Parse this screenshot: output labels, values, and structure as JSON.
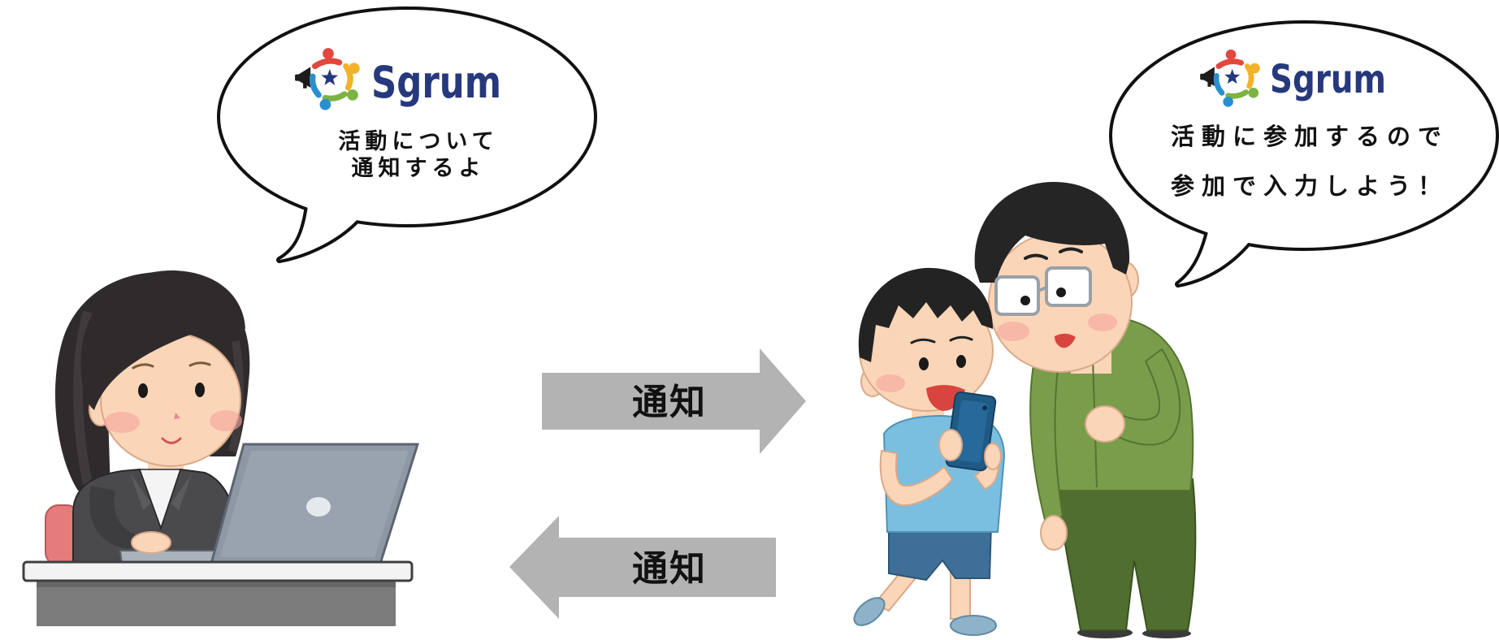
{
  "left_speech_bubble": {
    "logo_text": "Sgrum",
    "lines": [
      "活動について",
      "通知するよ"
    ]
  },
  "right_speech_bubble": {
    "logo_text": "Sgrum",
    "lines": [
      "活動に参加するので",
      "参加で入力しよう！"
    ]
  },
  "arrows": {
    "forward": {
      "label": "通知"
    },
    "back": {
      "label": "通知"
    }
  },
  "icons": {
    "logo": "sgrum-logo-icon",
    "sender": "woman-at-laptop-illustration",
    "receivers": "boy-and-father-with-smartphone-illustration"
  },
  "colors": {
    "arrow": "#b3b3b3",
    "brand": "#26397c",
    "ink": "#111111",
    "bubble_outline": "#111111",
    "bubble_fill": "#ffffff",
    "logo_red": "#e2483d",
    "logo_yellow": "#f2b229",
    "logo_green": "#7cb342",
    "logo_blue": "#2a8fd1"
  }
}
